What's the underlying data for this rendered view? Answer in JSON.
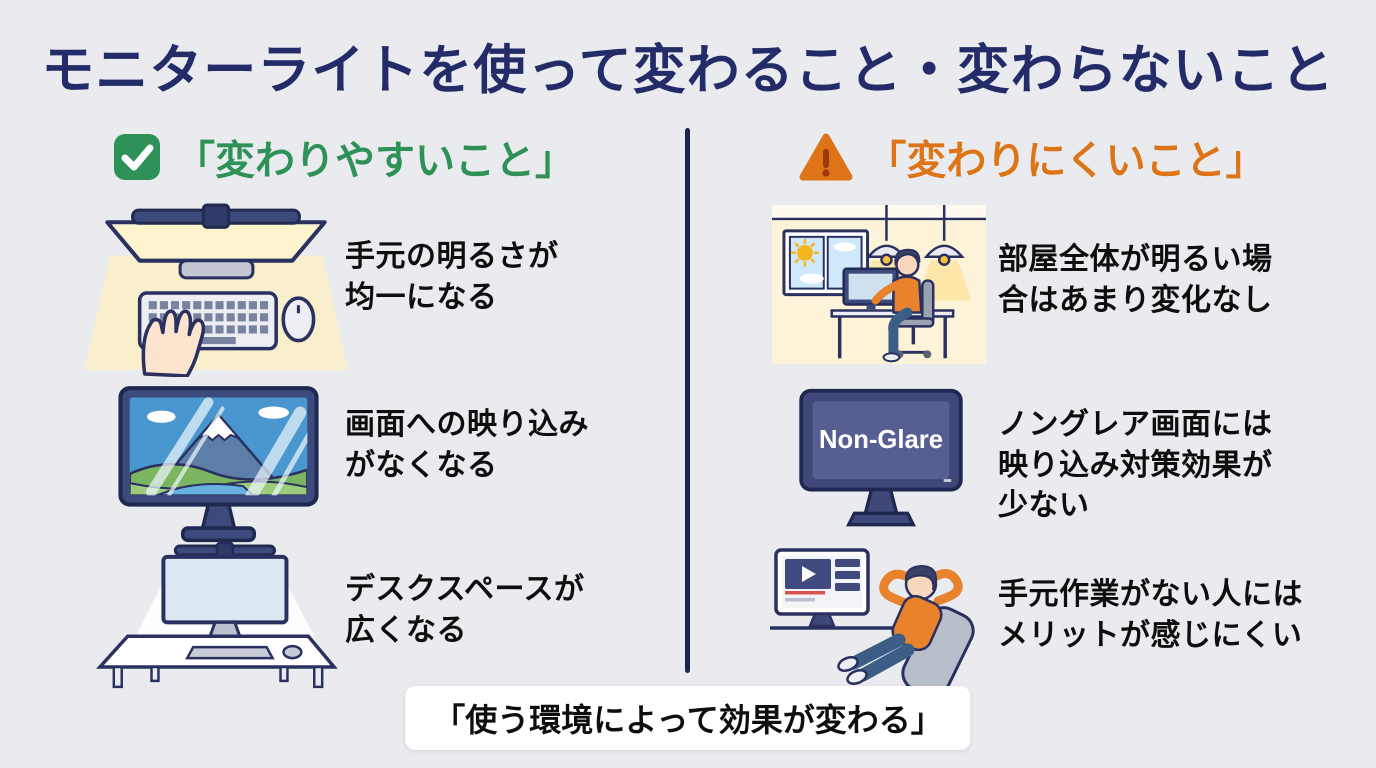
{
  "title": "モニターライトを使って変わること・変わらないこと",
  "columns": {
    "left": {
      "header": "「変わりやすいこと」",
      "items": [
        {
          "text": "手元の明るさが\n均一になる"
        },
        {
          "text": "画面への映り込み\nがなくなる"
        },
        {
          "text": "デスクスペースが\n広くなる"
        }
      ]
    },
    "right": {
      "header": "「変わりにくいこと」",
      "items": [
        {
          "text": "部屋全体が明るい場\n合はあまり変化なし"
        },
        {
          "text": "ノングレア画面には\n映り込み対策効果が\n少ない",
          "screen_label": "Non-Glare"
        },
        {
          "text": "手元作業がない人には\nメリットが感じにくい"
        }
      ]
    }
  },
  "footer": "「使う環境によって効果が変わる」",
  "colors": {
    "title": "#232c68",
    "positive": "#2e9158",
    "caution": "#dd7418",
    "divider": "#1b2350",
    "background": "#e9ebee"
  }
}
